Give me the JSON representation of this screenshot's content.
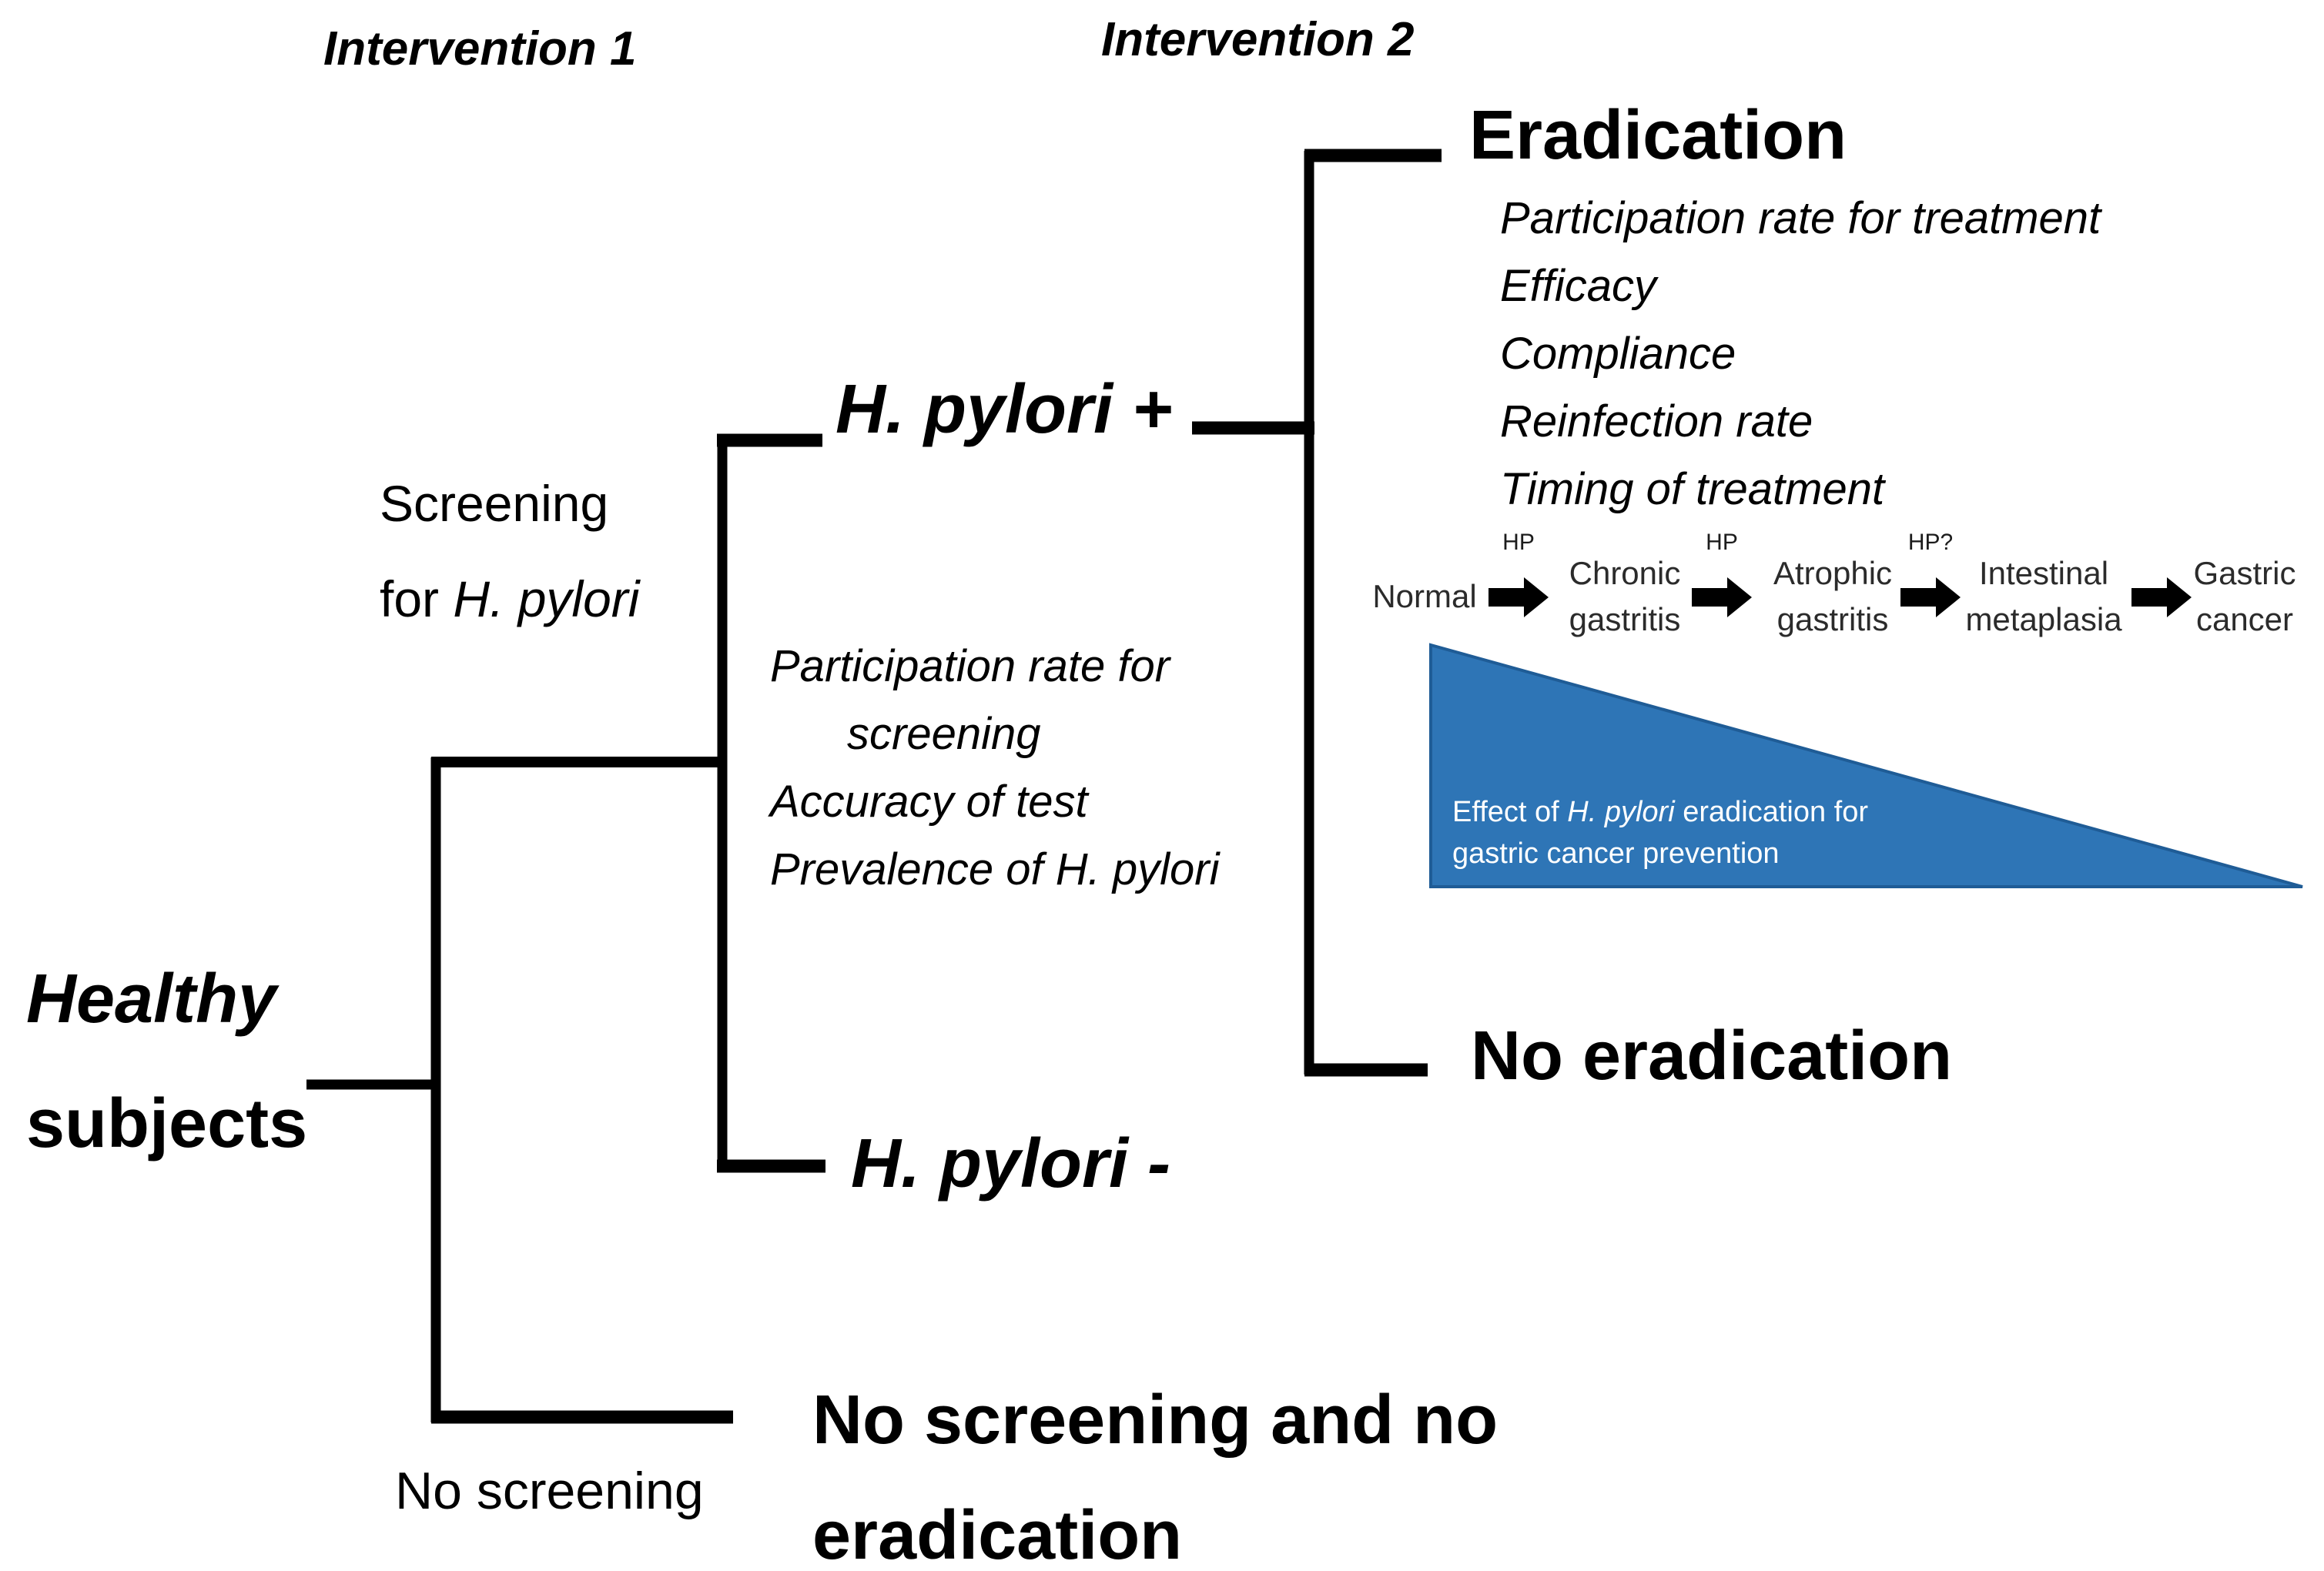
{
  "figure": {
    "headers": {
      "intervention1": "Intervention 1",
      "intervention2": "Intervention 2"
    },
    "root": {
      "line1_italic": "Healthy",
      "line2": "subjects"
    },
    "arms": {
      "screening_line1": "Screening",
      "screening_line2_prefix": "for ",
      "screening_line2_italic": "H. pylori",
      "no_screening_label": "No screening"
    },
    "screening_factors": {
      "line1": "Participation rate for",
      "line2": "screening",
      "line3": "Accuracy of test",
      "line4": "Prevalence of H. pylori"
    },
    "test_results": {
      "positive": "H. pylori +",
      "negative": "H. pylori -"
    },
    "outcomes": {
      "eradication": "Eradication",
      "no_eradication": "No eradication",
      "no_screening_line1": "No screening and no",
      "no_screening_line2": "eradication"
    },
    "treatment_factors": [
      "Participation rate for treatment",
      "Efficacy",
      "Compliance",
      "Reinfection rate",
      "Timing of treatment"
    ],
    "progression": {
      "stages": [
        "Normal",
        "Chronic gastritis",
        "Atrophic gastritis",
        "Intestinal metaplasia",
        "Gastric cancer"
      ],
      "arrow_labels": [
        "HP",
        "HP",
        "HP?"
      ]
    },
    "effect_triangle": {
      "line1_prefix": "Effect of ",
      "line1_italic": "H. pylori",
      "line1_suffix": " eradication for",
      "line2": "gastric cancer prevention",
      "fill": "#2e75b6",
      "border": "#1f5c96"
    },
    "colors": {
      "line": "#000000",
      "text": "#000000",
      "triangle_text": "#ffffff"
    }
  }
}
